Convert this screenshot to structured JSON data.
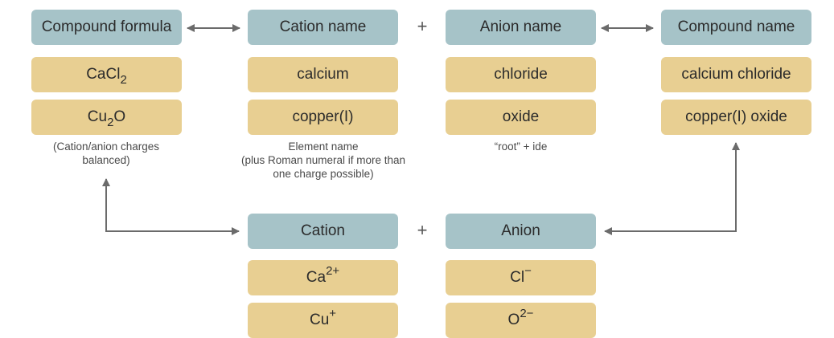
{
  "top_row": {
    "compound_formula": {
      "title": "Compound formula",
      "examples": [
        {
          "text": "CaCl",
          "sub": "2",
          "tail": ""
        },
        {
          "text": "Cu",
          "sub": "2",
          "tail": "O"
        }
      ],
      "note": [
        "(Cation/anion charges",
        "balanced)"
      ]
    },
    "cation_name": {
      "title": "Cation name",
      "examples": [
        "calcium",
        "copper(I)"
      ],
      "note": [
        "Element name",
        "(plus Roman numeral if more than",
        "one charge possible)"
      ]
    },
    "anion_name": {
      "title": "Anion name",
      "examples": [
        "chloride",
        "oxide"
      ],
      "note": [
        "“root” + ide"
      ]
    },
    "compound_name": {
      "title": "Compound name",
      "examples": [
        "calcium chloride",
        "copper(I) oxide"
      ]
    },
    "plus": "+"
  },
  "bottom_row": {
    "cation": {
      "title": "Cation",
      "examples": [
        {
          "text": "Ca",
          "sup": "2+"
        },
        {
          "text": "Cu",
          "sup": "+"
        }
      ]
    },
    "anion": {
      "title": "Anion",
      "examples": [
        {
          "text": "Cl",
          "sup": "−"
        },
        {
          "text": "O",
          "sup": "2−"
        }
      ]
    },
    "plus": "+"
  },
  "colors": {
    "header_box": "#a6c3c8",
    "value_box": "#e8cf92",
    "arrow": "#6b6b6b"
  }
}
